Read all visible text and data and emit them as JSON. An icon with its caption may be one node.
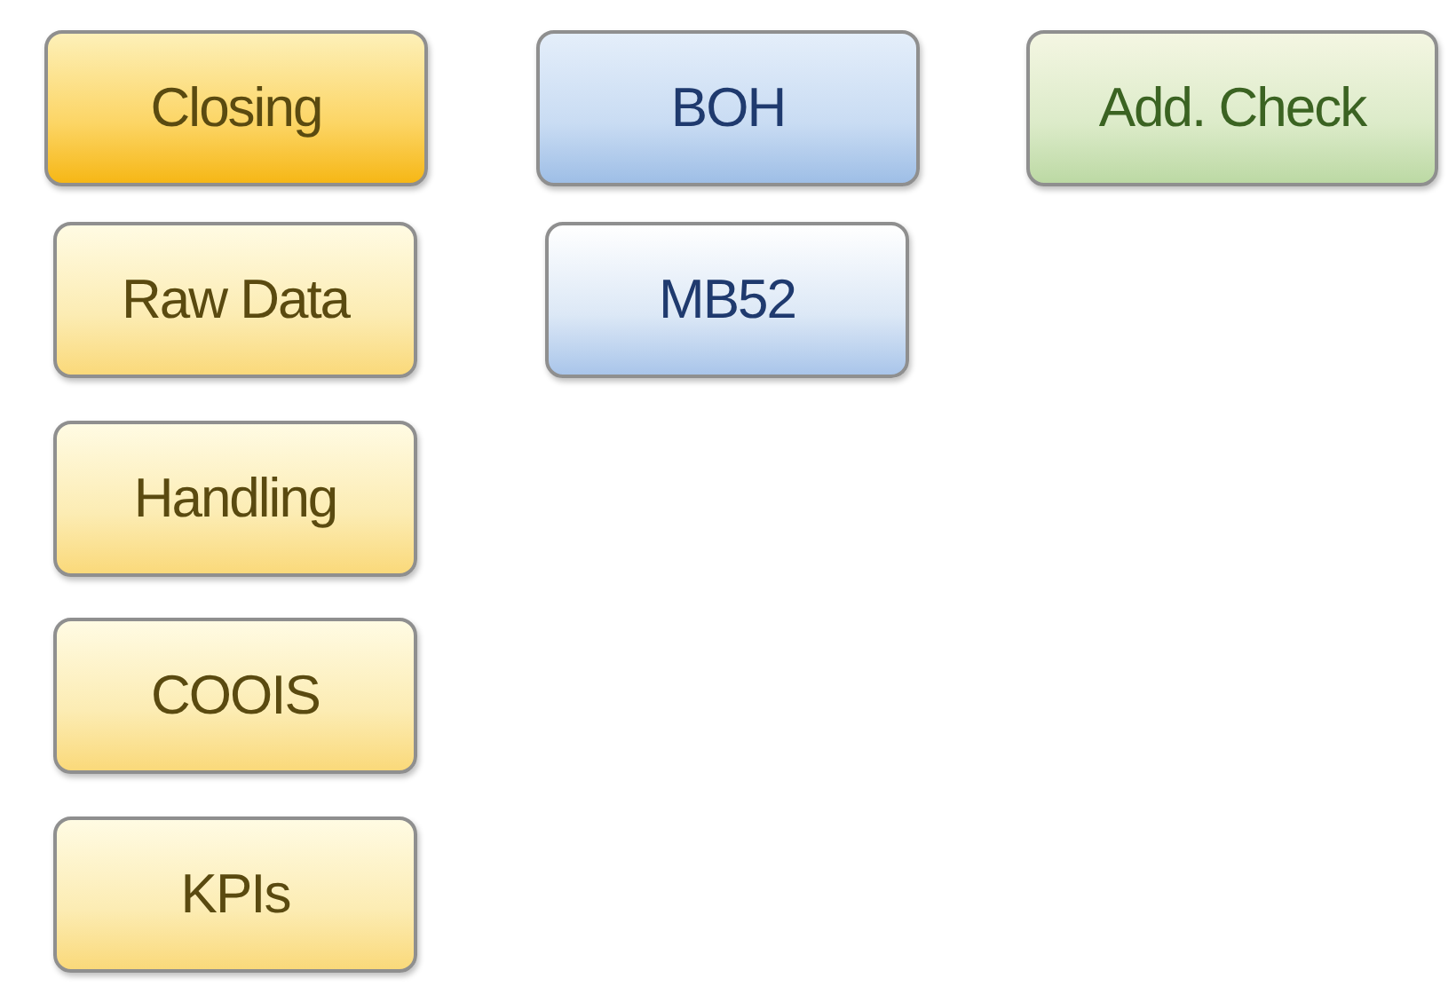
{
  "diagram": {
    "nodes": [
      {
        "text": [
          "Closing"
        ]
      },
      {
        "text": [
          "BOH"
        ]
      },
      {
        "text": [
          "Add. Check"
        ]
      },
      {
        "text": [
          "Raw Data"
        ]
      },
      {
        "text": [
          "MB52"
        ]
      },
      {
        "text": [
          "Handling"
        ]
      },
      {
        "text": [
          "COOIS"
        ]
      },
      {
        "text": [
          "KPIs"
        ]
      }
    ]
  }
}
